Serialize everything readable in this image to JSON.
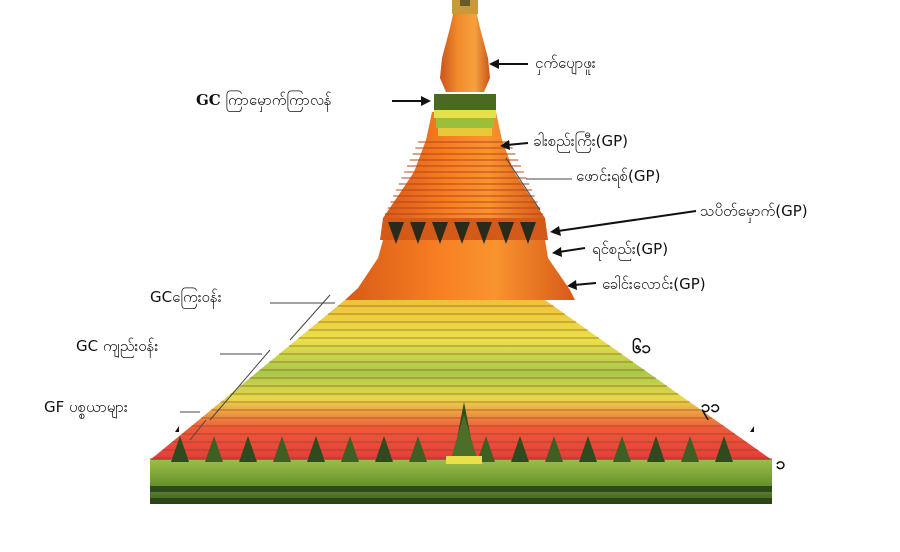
{
  "diagram": {
    "labels_right": {
      "hti_base": "ငှက်ပျောဖူး",
      "bell_large": "ခါးစည်းကြီး(GP)",
      "phaung_yit": "ဖောင်းရစ်(GP)",
      "thapeik_mhauk": "သပိတ်မှောက်(GP)",
      "yin_si": "ရင်စည်း(GP)",
      "khaung_laung": "ခေါင်းလောင်း(GP)"
    },
    "labels_left": {
      "crown_ring_prefix": "GC",
      "crown_ring": "ကြာမှောက်ကြာလန်",
      "gc_upper_terrace": "GCကြေးဝန်း",
      "gc_lower_terrace": "GC ကျည်းဝန်း",
      "gf_terraces": "GF ပစ္စယာများ"
    },
    "level_numbers": {
      "upper": "၆၁",
      "middle": "၃၁",
      "lower": "၁"
    },
    "colors": {
      "spire_orange": "#f07a1e",
      "body_orange": "#f3731f",
      "band_yellow": "#e8e24a",
      "band_red": "#e84a3a",
      "band_green": "#7aa83a",
      "base_dark_green": "#2f4a1c",
      "arrow": "#111111"
    }
  }
}
